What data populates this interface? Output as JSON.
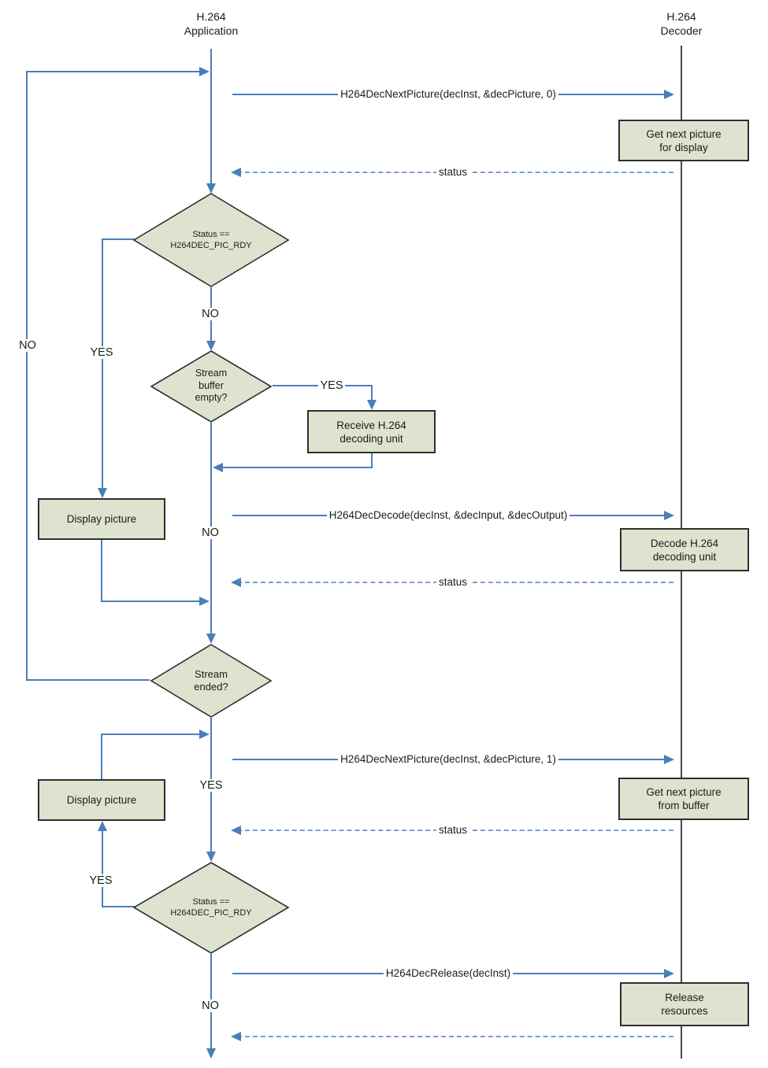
{
  "lifelines": {
    "application": {
      "line1": "H.264",
      "line2": "Application"
    },
    "decoder": {
      "line1": "H.264",
      "line2": "Decoder"
    }
  },
  "messages": {
    "next_picture_display": "H264DecNextPicture(decInst, &decPicture, 0)",
    "decode": "H264DecDecode(decInst, &decInput, &decOutput)",
    "next_picture_buffer": "H264DecNextPicture(decInst, &decPicture, 1)",
    "release": "H264DecRelease(decInst)",
    "status": "status"
  },
  "processes": {
    "get_next_picture_display": "Get next picture\nfor display",
    "receive_unit": "Receive H.264\ndecoding unit",
    "display_picture_1": "Display picture",
    "decode_unit": "Decode H.264\ndecoding unit",
    "display_picture_2": "Display picture",
    "get_next_picture_buffer": "Get next picture\nfrom buffer",
    "release_resources": "Release\nresources"
  },
  "decisions": {
    "status_pic_rdy_1": "Status ==\nH264DEC_PIC_RDY",
    "stream_buffer_empty": "Stream\nbuffer\nempty?",
    "stream_ended": "Stream\nended?",
    "status_pic_rdy_2": "Status ==\nH264DEC_PIC_RDY"
  },
  "branches": {
    "no": "NO",
    "yes": "YES"
  },
  "colors": {
    "flow_blue": "#4a7ebb",
    "status_dash_blue": "#7b9bd8",
    "shape_fill": "#dee3cf",
    "shape_border": "#2f2f2f",
    "lifeline_gray": "#4a4a4a"
  }
}
